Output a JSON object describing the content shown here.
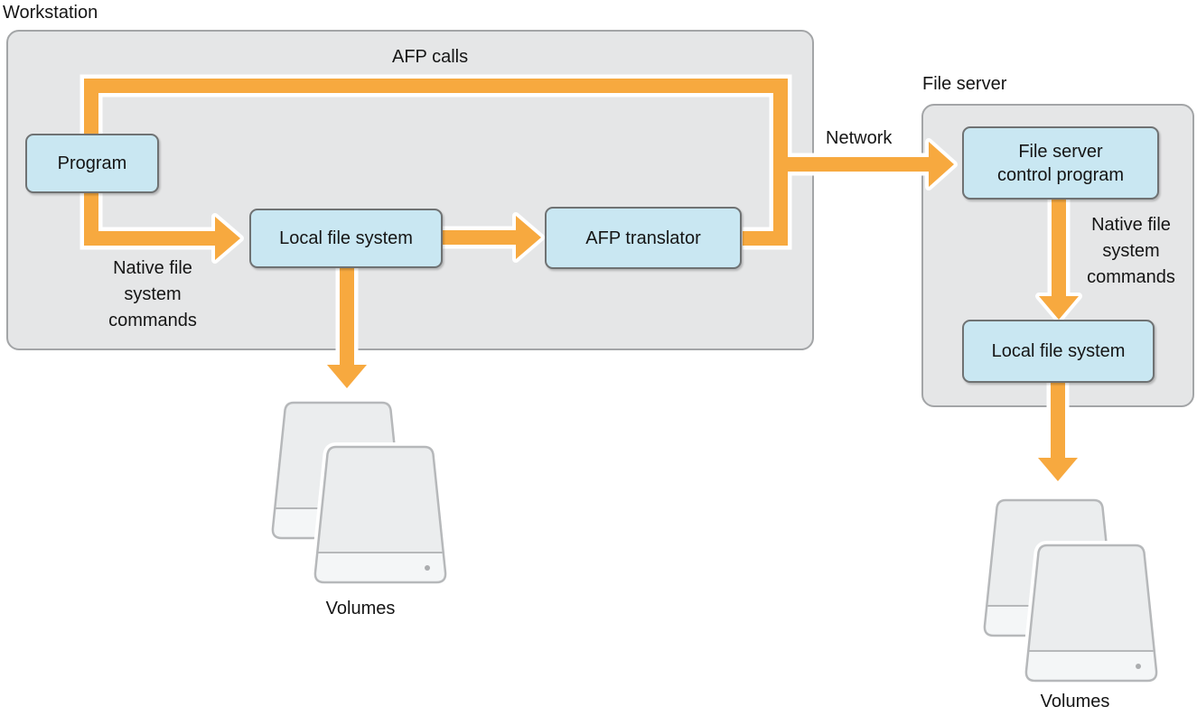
{
  "theme": {
    "orange": "#F7A93F",
    "casing": "#FFFFFF",
    "box_blue": "#C9E7F2",
    "box_border": "#6F7273",
    "container_fill": "#E5E6E7",
    "container_border": "#A3A5A7",
    "text": "#151515"
  },
  "workstation": {
    "label": "Workstation",
    "afp_calls_label": "AFP calls",
    "program_box": "Program",
    "local_fs_box": "Local file system",
    "afp_translator_box": "AFP translator",
    "native_commands_label": "Native file\nsystem\ncommands",
    "volumes_label": "Volumes"
  },
  "network": {
    "label": "Network"
  },
  "file_server": {
    "label": "File server",
    "control_program_box": "File server\ncontrol program",
    "native_commands_label": "Native file\nsystem\ncommands",
    "local_fs_box": "Local file system",
    "volumes_label": "Volumes"
  }
}
